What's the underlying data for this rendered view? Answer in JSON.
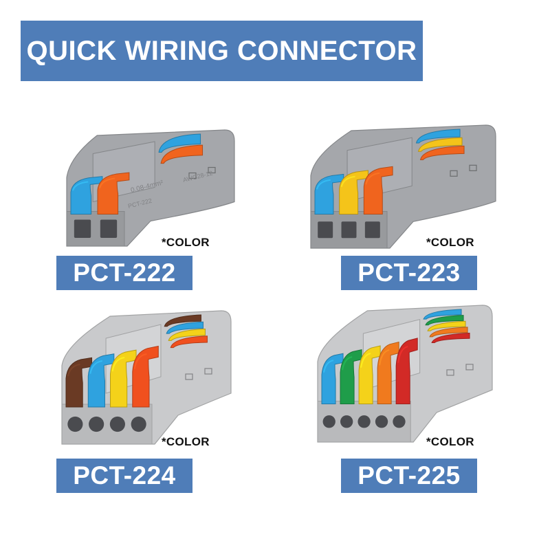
{
  "banner": {
    "title": "QUICK WIRING CONNECTOR"
  },
  "colors": {
    "accent": "#4f7db8",
    "housing": "#a5a7ab",
    "housing_light": "#c9cacc"
  },
  "products": [
    {
      "model": "PCT-222",
      "note": "*COLOR",
      "levers": [
        "#2fa2df",
        "#f0641e"
      ],
      "housing_text": [
        "0.08-4mm²",
        "PCT-222",
        "AWG28-12"
      ]
    },
    {
      "model": "PCT-223",
      "note": "*COLOR",
      "levers": [
        "#2fa2df",
        "#f4c41a",
        "#f0641e"
      ]
    },
    {
      "model": "PCT-224",
      "note": "*COLOR",
      "levers": [
        "#6a3a24",
        "#2fa2df",
        "#f4d21a",
        "#f0501e"
      ]
    },
    {
      "model": "PCT-225",
      "note": "*COLOR",
      "levers": [
        "#2fa2df",
        "#1f9d4a",
        "#f4d21a",
        "#f07a1e",
        "#d22a26"
      ]
    }
  ]
}
